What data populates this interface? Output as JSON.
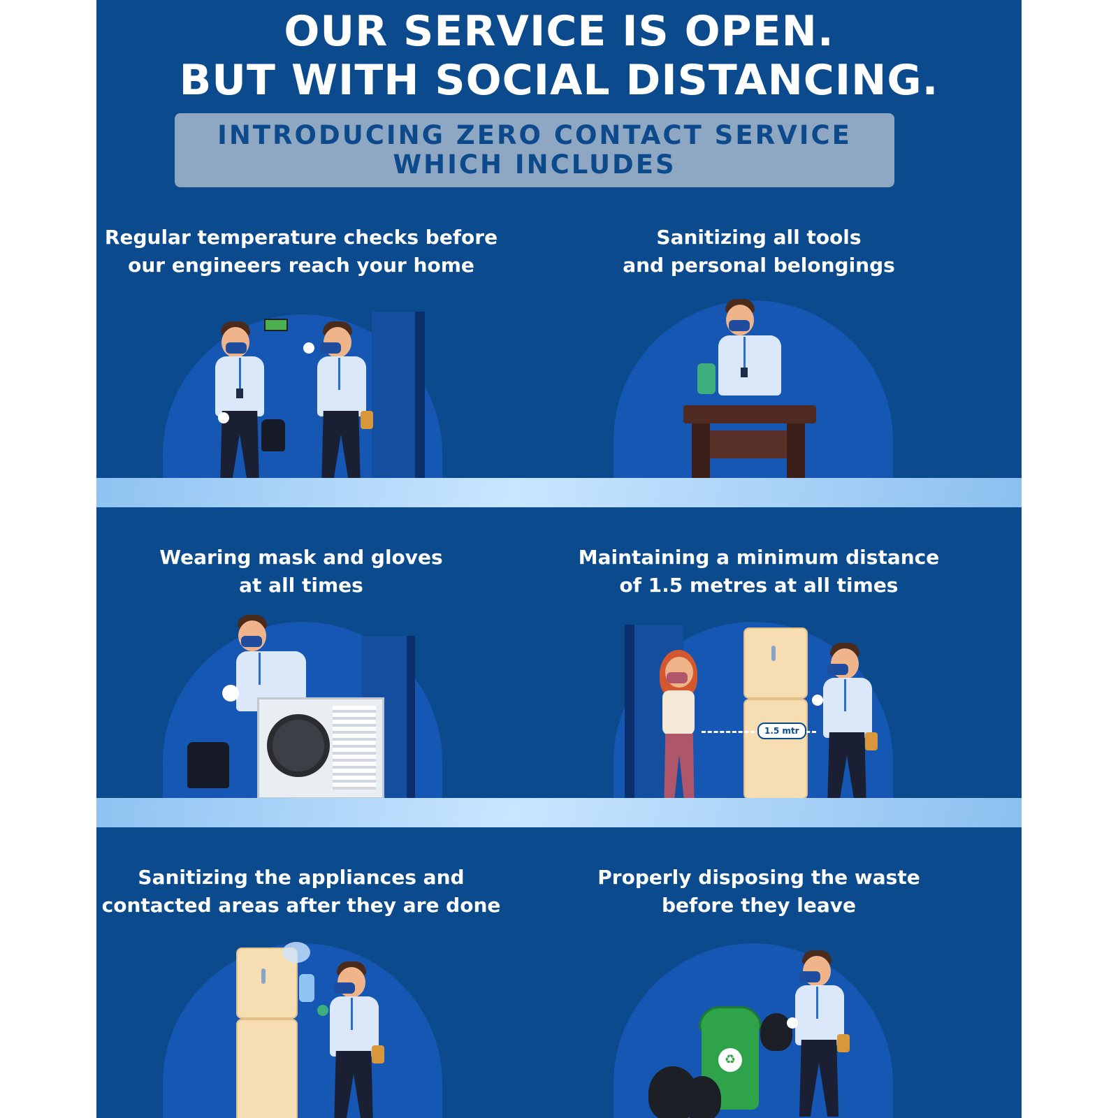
{
  "headline": {
    "line1": "OUR SERVICE IS OPEN.",
    "line2": "BUT WITH SOCIAL DISTANCING."
  },
  "subheading": {
    "line1": "INTRODUCING ZERO CONTACT SERVICE",
    "line2": "WHICH INCLUDES"
  },
  "items": [
    {
      "line1": "Regular temperature checks before",
      "line2": "our engineers reach your home",
      "illustration": "temperature-check-illustration"
    },
    {
      "line1": "Sanitizing all tools",
      "line2": "and personal belongings",
      "illustration": "sanitizing-tools-illustration"
    },
    {
      "line1": "Wearing mask and gloves",
      "line2": "at all times",
      "illustration": "mask-gloves-illustration"
    },
    {
      "line1": "Maintaining a minimum distance",
      "line2": "of 1.5 metres at all times",
      "illustration": "distance-illustration",
      "distance_label": "1.5 mtr"
    },
    {
      "line1": "Sanitizing the appliances and",
      "line2": "contacted areas after they are done",
      "illustration": "sanitizing-appliance-illustration"
    },
    {
      "line1": "Properly disposing the waste",
      "line2": "before they leave",
      "illustration": "waste-disposal-illustration"
    }
  ],
  "colors": {
    "background": "#0b4a8d",
    "arch": "#1557b2",
    "subheading_box": "#8ea7c3",
    "subheading_text": "#0d4a8c",
    "text": "#ffffff",
    "floor": "#8fc3f2"
  }
}
